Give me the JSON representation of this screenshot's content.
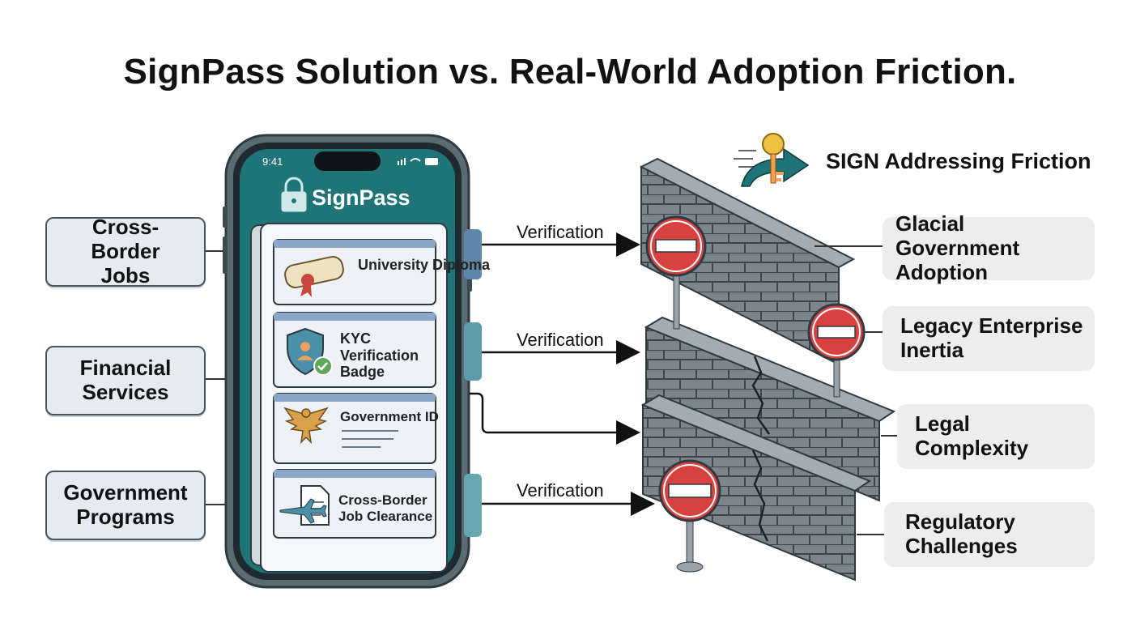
{
  "title": "SignPass Solution vs. Real-World Adoption Friction.",
  "phone": {
    "status_time": "9:41",
    "app_name": "SignPass",
    "cards": [
      {
        "label": "University Diploma",
        "icon": "diploma-icon"
      },
      {
        "label": "KYC Verification Badge",
        "icon": "shield-check-icon"
      },
      {
        "label": "Government ID",
        "icon": "eagle-icon"
      },
      {
        "label": "Cross-Border Job Clearance",
        "icon": "airplane-document-icon"
      }
    ]
  },
  "use_cases": [
    {
      "label": "Cross-Border Jobs"
    },
    {
      "label": "Financial Services"
    },
    {
      "label": "Government Programs"
    }
  ],
  "arrows": [
    {
      "label": "Verification"
    },
    {
      "label": "Verification"
    },
    {
      "label": "Verification"
    }
  ],
  "header": {
    "label": "SIGN Addressing Friction",
    "icon": "key-coin-arrow-icon"
  },
  "frictions": [
    {
      "label": "Glacial Government Adoption"
    },
    {
      "label": "Legacy Enterprise Inertia"
    },
    {
      "label": "Legal Complexity"
    },
    {
      "label": "Regulatory Challenges"
    }
  ],
  "colors": {
    "phone_teal": "#1f7478",
    "brick": "#7b858c",
    "stop_red": "#d9413f"
  }
}
